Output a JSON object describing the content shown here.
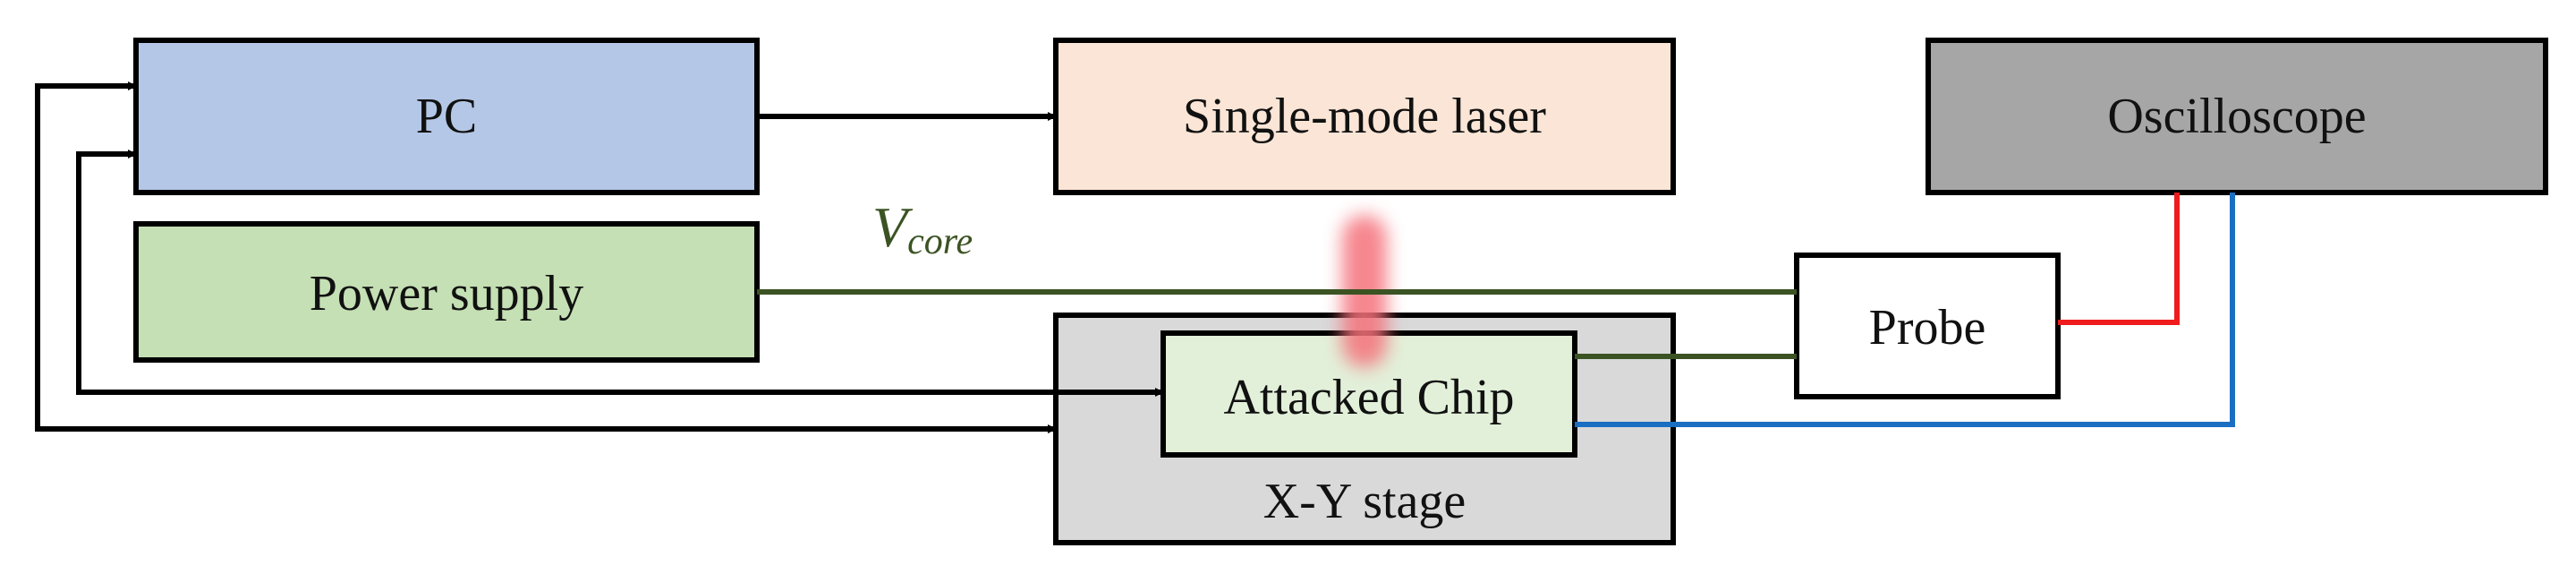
{
  "colors": {
    "pc_fill": "#b4c7e7",
    "laser_fill": "#fbe5d6",
    "oscilloscope_fill": "#a6a6a6",
    "power_supply_fill": "#c5e0b4",
    "stage_fill": "#d9d9d9",
    "chip_fill": "#e2f0d9",
    "probe_fill": "#ffffff",
    "green_wire": "#3b5323",
    "red_wire": "#ee1c1c",
    "blue_wire": "#1a6fc2",
    "laser_spot": "#f4717a"
  },
  "blocks": {
    "pc": "PC",
    "laser": "Single-mode laser",
    "oscilloscope": "Oscilloscope",
    "power_supply": "Power supply",
    "probe": "Probe",
    "attacked_chip": "Attacked Chip",
    "xy_stage": "X-Y stage"
  },
  "signal": {
    "vcore_main": "V",
    "vcore_sub": "core"
  }
}
